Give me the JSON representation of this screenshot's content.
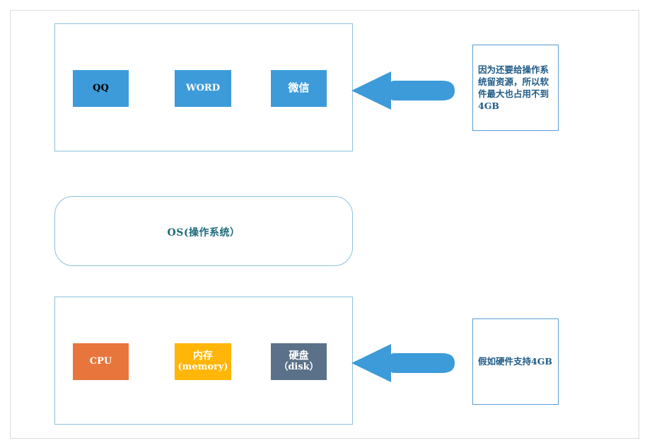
{
  "diagram": {
    "title": "Memory / hardware layering diagram",
    "colors": {
      "app_block": "#3d9bd9",
      "cpu_block": "#e8763c",
      "memory_block": "#ffb606",
      "disk_block": "#5b7189",
      "arrow": "#3d9bd9",
      "container_border": "#8cc1de",
      "note_border": "#5b9bd5",
      "note_text": "#1f5b87",
      "os_text": "#1f6b7b",
      "page_frame": "#dcdcdc"
    }
  },
  "software_layer": {
    "blocks": [
      {
        "label": "QQ",
        "sublabel": ""
      },
      {
        "label": "WORD",
        "sublabel": ""
      },
      {
        "label": "微信",
        "sublabel": ""
      }
    ]
  },
  "os_layer": {
    "label": "OS(操作系统）"
  },
  "hardware_layer": {
    "blocks": [
      {
        "label": "CPU",
        "sublabel": ""
      },
      {
        "label": "内存",
        "sublabel": "(memory)"
      },
      {
        "label": "硬盘",
        "sublabel": "（disk）"
      }
    ]
  },
  "notes": [
    {
      "text": "因为还要给操作系统留资源，所以软件最大也占用不到4GB"
    },
    {
      "text": "假如硬件支持4GB"
    }
  ],
  "arrows": [
    {
      "direction": "left",
      "name": "software-note-arrow"
    },
    {
      "direction": "left",
      "name": "hardware-note-arrow"
    }
  ]
}
